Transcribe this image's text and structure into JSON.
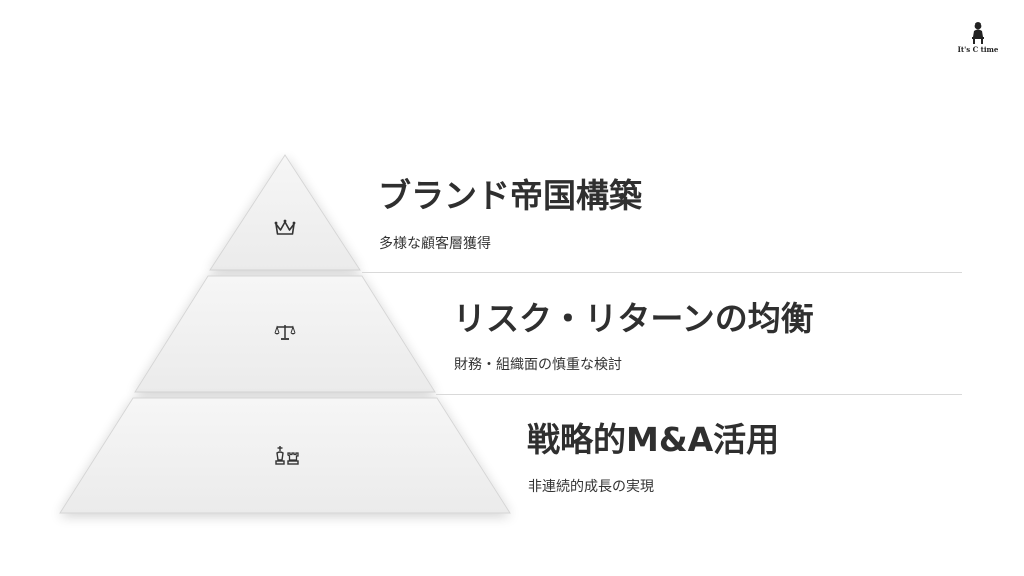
{
  "logo": {
    "text": "It's C time",
    "icon": "seated-figure-icon"
  },
  "tiers": [
    {
      "title": "ブランド帝国構築",
      "subtitle": "多様な顧客層獲得",
      "icon": "crown-icon"
    },
    {
      "title": "リスク・リターンの均衡",
      "subtitle": "財務・組織面の慎重な検討",
      "icon": "scales-icon"
    },
    {
      "title": "戦略的M&A活用",
      "subtitle": "非連続的成長の実現",
      "icon": "chess-pieces-icon"
    }
  ],
  "colors": {
    "background": "#ffffff",
    "pyramid_fill": "#efefef",
    "pyramid_stroke": "#d6d6d6",
    "divider": "#d9d9d9",
    "text": "#2f2f2f"
  }
}
